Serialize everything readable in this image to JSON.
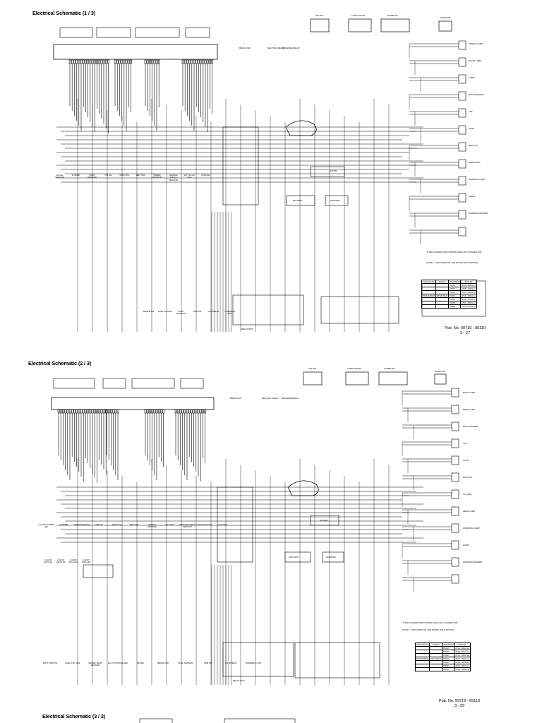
{
  "titles": [
    "Electrical Schematic (1 / 3)",
    "Electrical Schematic (2 / 3)",
    "Electrical Schematic (3 / 3)"
  ],
  "pub": [
    {
      "line1": "Pub. No. 99719 - 89110",
      "line2": "3 - 27"
    },
    {
      "line1": "Pub. No. 99719 - 89110",
      "line2": "3 - 29"
    }
  ],
  "sheet1": {
    "top_labels": [
      "IGN SW",
      "TURN SIGNAL",
      "COMBI SW",
      "HORN SW"
    ],
    "relay_labels": [
      "BRAKE SW",
      "NEUTRAL RELAY",
      "REVERSE RELAY"
    ],
    "left_labels": [
      "ACCEL SENSOR",
      "W.TEMP",
      "TORQ SENSOR",
      "T/M OIL",
      "FWD SOL",
      "REV SOL",
      "SPEED SENSOR",
      "HANDLE ANGLE SENSOR",
      "LIFT LOCK SOL",
      "UNLOAD"
    ],
    "bottom_labels": [
      "BRAKE SW",
      "FUEL GAUGE",
      "FUEL SENSOR",
      "PKB SW",
      "OIL PRESS",
      "TRIMMING UNIT"
    ],
    "right_labels": [
      "PATROL LAMP",
      "PLATE LAMP",
      "TURN",
      "BACK BUZZER",
      "TAIL",
      "STOP",
      "BACK UP",
      "HEADLAMP",
      "WORKING LAMP",
      "HORN",
      "WARNING BUZZER"
    ],
    "center_labels": [
      "ALTNTR",
      "BATTERY",
      "STARTER",
      "RELAY BOX"
    ],
    "notes": [
      "※ THE CONNECTOR IS DISPLAYED ON A CONNECTOR",
      "NOTE 1 : PROVIDED ON THE MODEL WITH OPTION"
    ],
    "table": {
      "headers": [
        "Schematic No.",
        "Used for",
        "Truck Model",
        "Serial No."
      ],
      "rows": [
        [
          "",
          "",
          "P1000",
          "AT1A - 90011 up"
        ],
        [
          "",
          "",
          "P1500",
          "AT1B - 90011 up"
        ],
        [
          "",
          "",
          "P1800",
          "AT1C - 90011 up"
        ],
        [
          "BX2919-89110",
          "98719-89110",
          "P2000",
          "AT1D - 90011 up"
        ],
        [
          "",
          "",
          "P2500",
          "AT1E - 90011 up"
        ],
        [
          "",
          "",
          "P3000",
          "AT1F - 90011 up"
        ],
        [
          "",
          "",
          "P3500",
          "AT1G - 90011 up"
        ]
      ]
    }
  },
  "sheet2": {
    "top_labels": [
      "IGN SW",
      "TURN SIGNAL",
      "COMBI SW",
      "HORN SW"
    ],
    "relay_labels": [
      "BRAKE SW",
      "NEUTRAL RELAY",
      "REVERSE RELAY"
    ],
    "left_labels": [
      "CLUTCH DRIVE SW",
      "W.TEMP",
      "TORQ SENSOR",
      "T/M OIL",
      "FWD SOL",
      "REV SOL",
      "SPEED SENSOR",
      "LIFT SOL",
      "HANDLE ANGLE SENSOR",
      "LIFT LOCK SOL",
      "UNLOAD"
    ],
    "plug_labels": [
      "GLOW PLUG #1",
      "GLOW PLUG #2",
      "GLOW PLUG #3",
      "GLOW PLUG #4"
    ],
    "bottom_labels": [
      "BATT SWITCH",
      "FUEL CUT SOL",
      "WATER TEMP SENSOR",
      "ECU CONTROLLER",
      "DIODE",
      "BRAKE SW",
      "FUEL SENSOR",
      "PKB SW",
      "OIL PRESS",
      "TRIMMING UNIT"
    ],
    "right_labels": [
      "BACK LAMP",
      "REAR LAMP",
      "BACK BUZZER",
      "TAIL",
      "STOP",
      "BACK UP",
      "SL LAMP",
      "HEAD LAMP",
      "WORKING LAMP",
      "HORN",
      "WARNING BUZZER"
    ],
    "center_labels": [
      "ALTNTR",
      "BATTERY",
      "STARTER",
      "RELAY BOX"
    ],
    "notes": [
      "※ THE CONNECTOR IS DISPLAYED ON A CONNECTOR",
      "NOTE 1 : PROVIDED ON THE MODEL WITH OPTION"
    ],
    "table": {
      "headers": [
        "Schematic No.",
        "Used for",
        "Truck Model",
        "Serial No."
      ],
      "rows": [
        [
          "",
          "",
          "P1000",
          "AT1A - 90011 up"
        ],
        [
          "",
          "",
          "P1500",
          "AT1B - 90011 up"
        ],
        [
          "",
          "",
          "P1800",
          "AT1C - 90011 up"
        ],
        [
          "BX2919-89110",
          "98719-89110",
          "P2000",
          "AT1D - 90011 up"
        ],
        [
          "",
          "",
          "P2500",
          "AT1E - 90011 up"
        ],
        [
          "",
          "",
          "P3000",
          "AT1F - 90011 up"
        ],
        [
          "",
          "",
          "P3500",
          "AT1G - 90011 up"
        ]
      ]
    }
  }
}
